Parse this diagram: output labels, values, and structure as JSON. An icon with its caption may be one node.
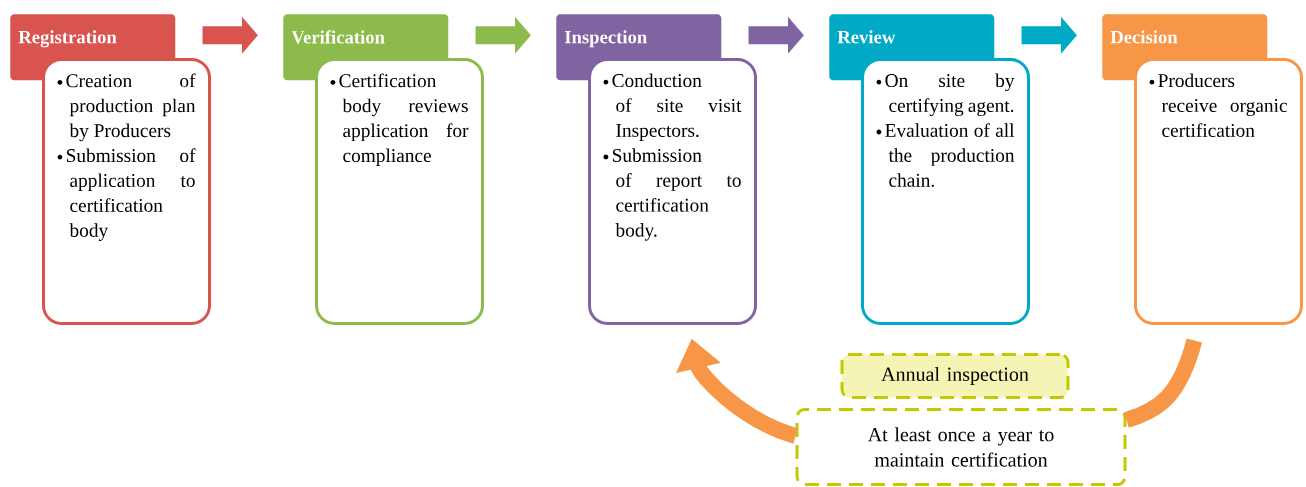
{
  "diagram": {
    "nodes": [
      {
        "text": [
          "Registration",
          "Creation of production plan by Producers",
          "Submission of application to certification body"
        ]
      },
      {
        "text": [
          "Verification",
          "Certification body reviews application for compliance"
        ]
      },
      {
        "text": [
          "Inspection",
          "Conduction of site visit Inspectors.",
          "Submission of report to certification body."
        ]
      },
      {
        "text": [
          "Review",
          "On site by certifying agent.",
          "Evaluation of all the production chain."
        ]
      },
      {
        "text": [
          "Decision",
          "Producers receive organic certification"
        ]
      },
      {
        "text": [
          "Annual inspection"
        ]
      },
      {
        "text": [
          "At least once a year to maintain certification"
        ]
      }
    ],
    "edges": [
      {
        "from": 0,
        "to": 1,
        "arrow": "to",
        "color": "#d9534f"
      },
      {
        "from": 1,
        "to": 2,
        "arrow": "to",
        "color": "#8cbb4b"
      },
      {
        "from": 2,
        "to": 3,
        "arrow": "to",
        "color": "#8064a2"
      },
      {
        "from": 3,
        "to": 4,
        "arrow": "to",
        "color": "#00a9c6"
      },
      {
        "from": 4,
        "to": 6,
        "arrow": "none",
        "color": "#f79646"
      },
      {
        "from": 6,
        "to": 2,
        "arrow": "to",
        "color": "#f79646"
      }
    ]
  }
}
